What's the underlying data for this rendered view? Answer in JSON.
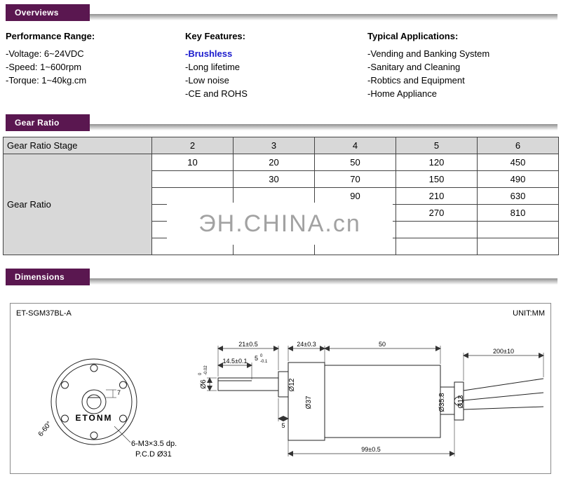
{
  "sections": {
    "overviews": "Overviews",
    "gear_ratio": "Gear Ratio",
    "dimensions": "Dimensions"
  },
  "overview": {
    "performance": {
      "heading": "Performance Range:",
      "items": [
        "-Voltage: 6~24VDC",
        "-Speed: 1~600rpm",
        "-Torque: 1~40kg.cm"
      ]
    },
    "features": {
      "heading": "Key Features:",
      "brushless": "-Brushless",
      "items": [
        "-Long lifetime",
        "-Low noise",
        "-CE and ROHS"
      ]
    },
    "applications": {
      "heading": "Typical Applications:",
      "items": [
        "-Vending and Banking System",
        "-Sanitary and Cleaning",
        "-Robtics and Equipment",
        "-Home Appliance"
      ]
    }
  },
  "gear_table": {
    "header": [
      "Gear Ratio Stage",
      "2",
      "3",
      "4",
      "5",
      "6"
    ],
    "row_label": "Gear Ratio",
    "rows": [
      [
        "10",
        "20",
        "50",
        "120",
        "450"
      ],
      [
        "",
        "30",
        "70",
        "150",
        "490"
      ],
      [
        "",
        "",
        "90",
        "210",
        "630"
      ],
      [
        "",
        "",
        "",
        "270",
        "810"
      ],
      [
        "",
        "",
        "",
        "",
        ""
      ],
      [
        "",
        "",
        "",
        "",
        ""
      ]
    ]
  },
  "watermark": "ЭН.CHINA.cn",
  "drawing": {
    "model": "ET-SGM37BL-A",
    "unit": "UNIT:MM",
    "brand": "ETONM",
    "front": {
      "dim7": "7",
      "angle": "6-60°",
      "tap_note": "6-M3×3.5 dp.",
      "pcd_note": "P.C.D Ø31"
    },
    "side": {
      "shaft_len": "21±0.5",
      "gear_len": "24±0.3",
      "motor_len": "50",
      "wire_len": "200±10",
      "flat_len": "14.5±0.1",
      "flat_width": "5",
      "flat_tol_top": "0",
      "flat_tol_bot": "-0.1",
      "pilot_len": "5",
      "total_len": "99±0.5",
      "dia_shaft": "Ø6",
      "dia_shaft_tol_top": "0",
      "dia_shaft_tol_bot": "-0.02",
      "dia_pilot": "Ø12",
      "dia_gear": "Ø37",
      "dia_motor": "Ø35.8",
      "dia_boss": "Ø13"
    }
  },
  "colors": {
    "accent": "#5a1750",
    "table_gray": "#d8d8d8",
    "brushless_blue": "#1b1bcd",
    "watermark_gray": "#a2a2a2"
  }
}
